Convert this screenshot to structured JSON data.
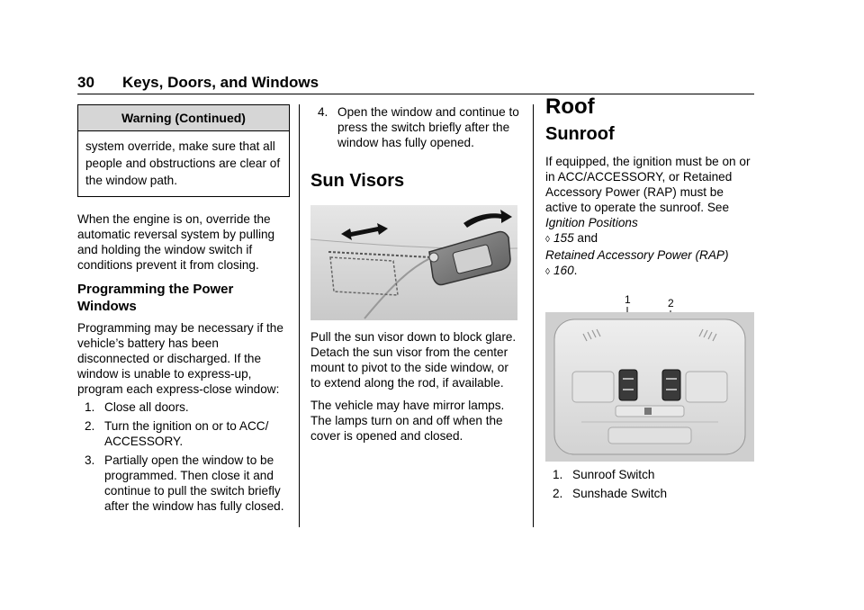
{
  "header": {
    "page_number": "30",
    "title": "Keys, Doors, and Windows"
  },
  "warning": {
    "title": "Warning  (Continued)",
    "text": "system override, make sure that all people and obstructions are clear of the window path."
  },
  "col1": {
    "intro": "When the engine is on, override the automatic reversal system by pulling and holding the window switch if conditions prevent it from closing.",
    "heading": "Programming the Power Windows",
    "para": "Programming may be necessary if the vehicle’s battery has been disconnected or discharged. If the window is unable to express-up, program each express-close window:",
    "steps": [
      {
        "num": "1.",
        "text": "Close all doors."
      },
      {
        "num": "2.",
        "text": "Turn the ignition on or to ACC/ ACCESSORY."
      },
      {
        "num": "3.",
        "text": "Partially open the window to be programmed. Then close it and continue to pull the switch briefly after the window has fully closed."
      }
    ]
  },
  "col2": {
    "step4": {
      "num": "4.",
      "text": "Open the window and continue to press the switch briefly after the window has fully opened."
    },
    "heading": "Sun Visors",
    "para1": "Pull the sun visor down to block glare. Detach the sun visor from the center mount to pivot to the side window, or to extend along the rod, if available.",
    "para2": "The vehicle may have mirror lamps. The lamps turn on and off when the cover is opened and closed."
  },
  "col3": {
    "roof_heading": "Roof",
    "sunroof_heading": "Sunroof",
    "para_plain1": "If equipped, the ignition must be on or in ACC/ACCESSORY, or Retained Accessory Power (RAP) must be active to operate the sunroof. See ",
    "link1": "Ignition Positions",
    "page1": "155",
    "and_text": " and",
    "link2": "Retained Accessory Power (RAP)",
    "page2": "160",
    "figure_labels": [
      "1",
      "2"
    ],
    "captions": [
      {
        "num": "1.",
        "text": "Sunroof Switch"
      },
      {
        "num": "2.",
        "text": "Sunshade Switch"
      }
    ]
  }
}
